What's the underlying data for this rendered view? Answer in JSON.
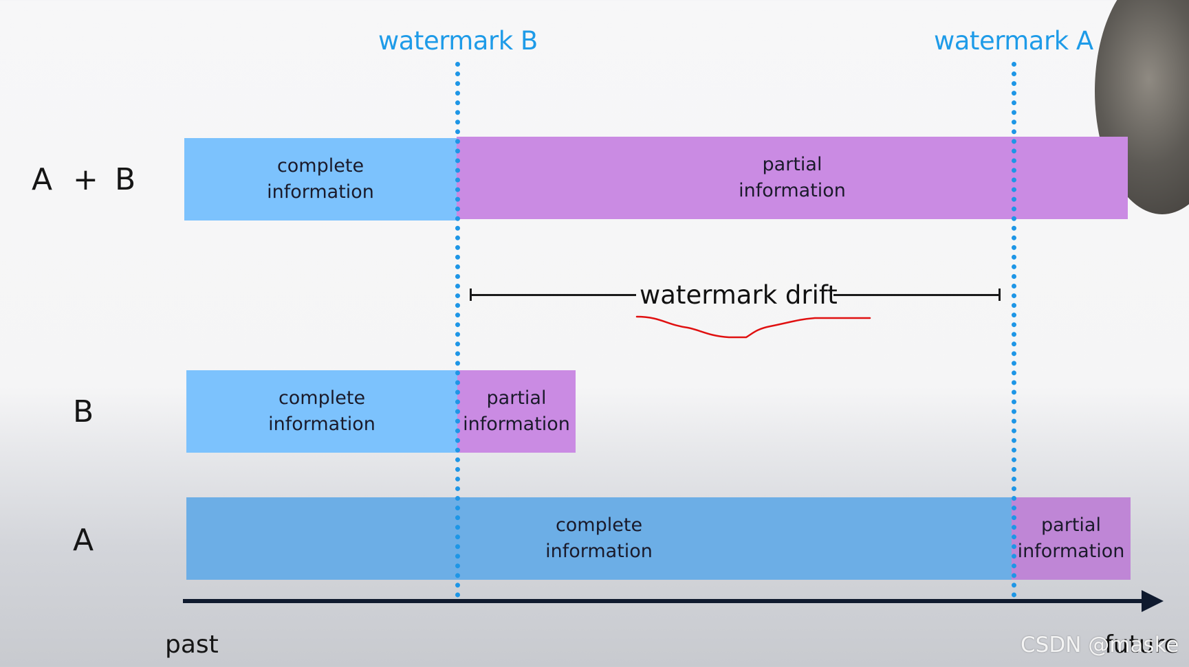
{
  "watermarks": {
    "b_label": "watermark B",
    "a_label": "watermark A"
  },
  "rows": {
    "ab": {
      "label_a": "A",
      "label_plus": "+",
      "label_b": "B",
      "complete_line1": "complete",
      "complete_line2": "information",
      "partial_line1": "partial",
      "partial_line2": "information"
    },
    "b": {
      "label": "B",
      "complete_line1": "complete",
      "complete_line2": "information",
      "partial_line1": "partial",
      "partial_line2": "information"
    },
    "a": {
      "label": "A",
      "complete_line1": "complete",
      "complete_line2": "information",
      "partial_line1": "partial",
      "partial_line2": "information"
    }
  },
  "drift": {
    "label": "watermark drift"
  },
  "axis": {
    "start_label": "past",
    "end_label": "future"
  },
  "overlay": {
    "watermark_text": "CSDN @maske"
  },
  "colors": {
    "complete": "#7cc2fd",
    "partial": "#ca8be3",
    "watermark_line": "#1e96e6",
    "annotation": "#e01010"
  }
}
